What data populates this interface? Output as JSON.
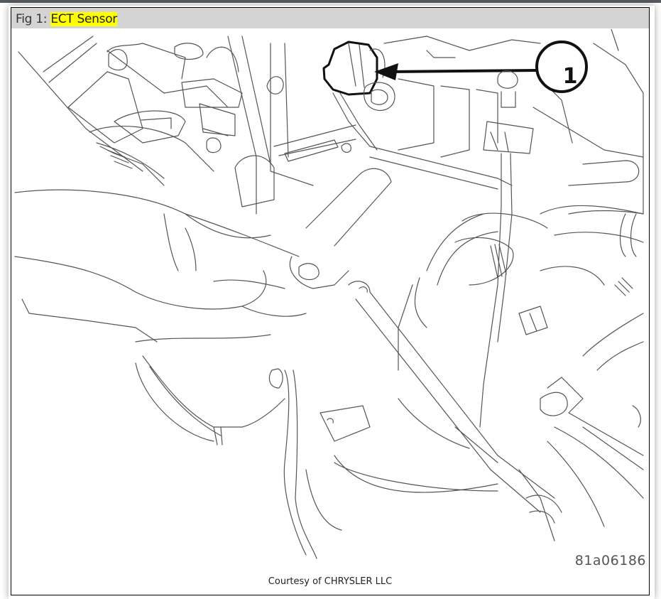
{
  "figure": {
    "caption_prefix": "Fig 1: ",
    "caption_highlight": "ECT Sensor",
    "highlight_color": "#ffff00",
    "callout_number": "1",
    "callout_target": "ECT sensor connector",
    "figure_code": "81a06186",
    "credit": "Courtesy of CHRYSLER LLC"
  },
  "colors": {
    "caption_bar": "#d4d4d4",
    "top_bar": "#555a5e",
    "line_art": "#555555"
  }
}
